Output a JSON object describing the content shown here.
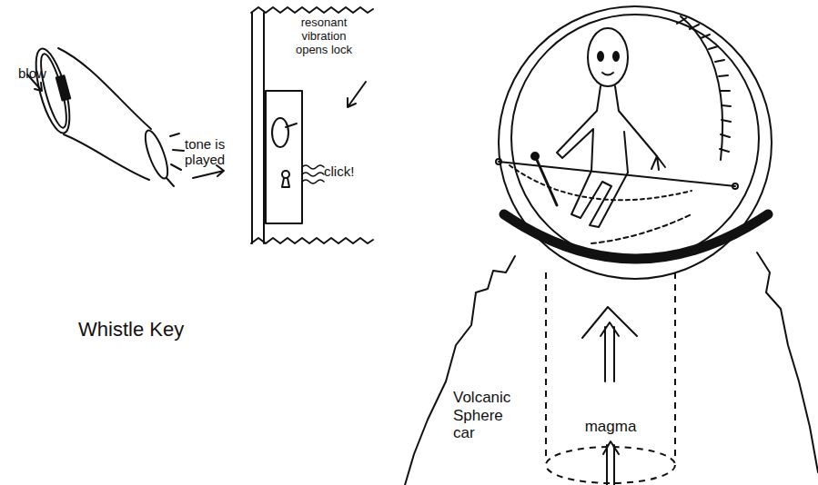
{
  "diagram": {
    "nodes": [
      {
        "text": [
          "magma"
        ]
      }
    ],
    "labels": [
      "blow",
      "tone is played",
      "resonant vibration opens lock",
      "click!",
      "Whistle Key",
      "Volcanic Sphere car"
    ]
  }
}
